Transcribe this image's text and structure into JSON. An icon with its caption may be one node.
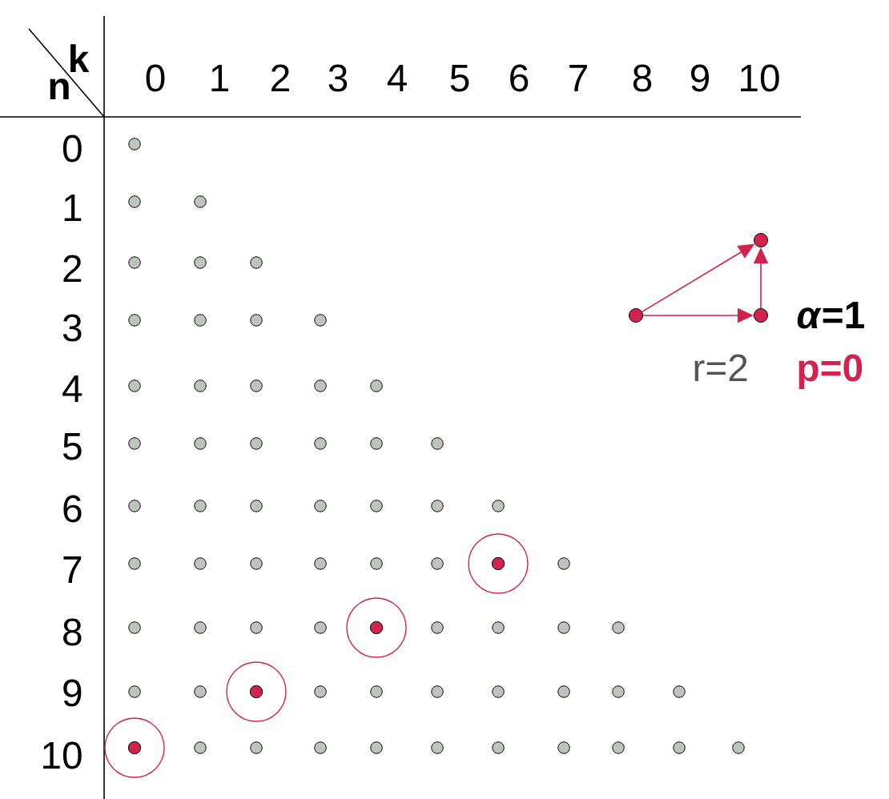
{
  "diagram": {
    "nodes": [
      {
        "text": [],
        "shape": "circle"
      },
      {
        "text": [],
        "shape": "circle"
      },
      {
        "text": [],
        "shape": "circle"
      },
      {
        "text": [],
        "shape": "circle"
      },
      {
        "text": [],
        "shape": "circle"
      },
      {
        "text": [],
        "shape": "circle"
      },
      {
        "text": [],
        "shape": "circle"
      }
    ],
    "edges": [
      {
        "from": 0,
        "to": 1,
        "arrow": "to"
      },
      {
        "from": 0,
        "to": 2,
        "arrow": "to"
      },
      {
        "from": 2,
        "to": 1,
        "arrow": "to"
      }
    ],
    "labels": [
      "n",
      "k",
      "0",
      "1",
      "2",
      "3",
      "4",
      "5",
      "6",
      "7",
      "8",
      "9",
      "10",
      "0",
      "1",
      "2",
      "3",
      "4",
      "5",
      "6",
      "7",
      "8",
      "9",
      "10",
      "*α*=1",
      "r=2",
      "p=0"
    ]
  }
}
